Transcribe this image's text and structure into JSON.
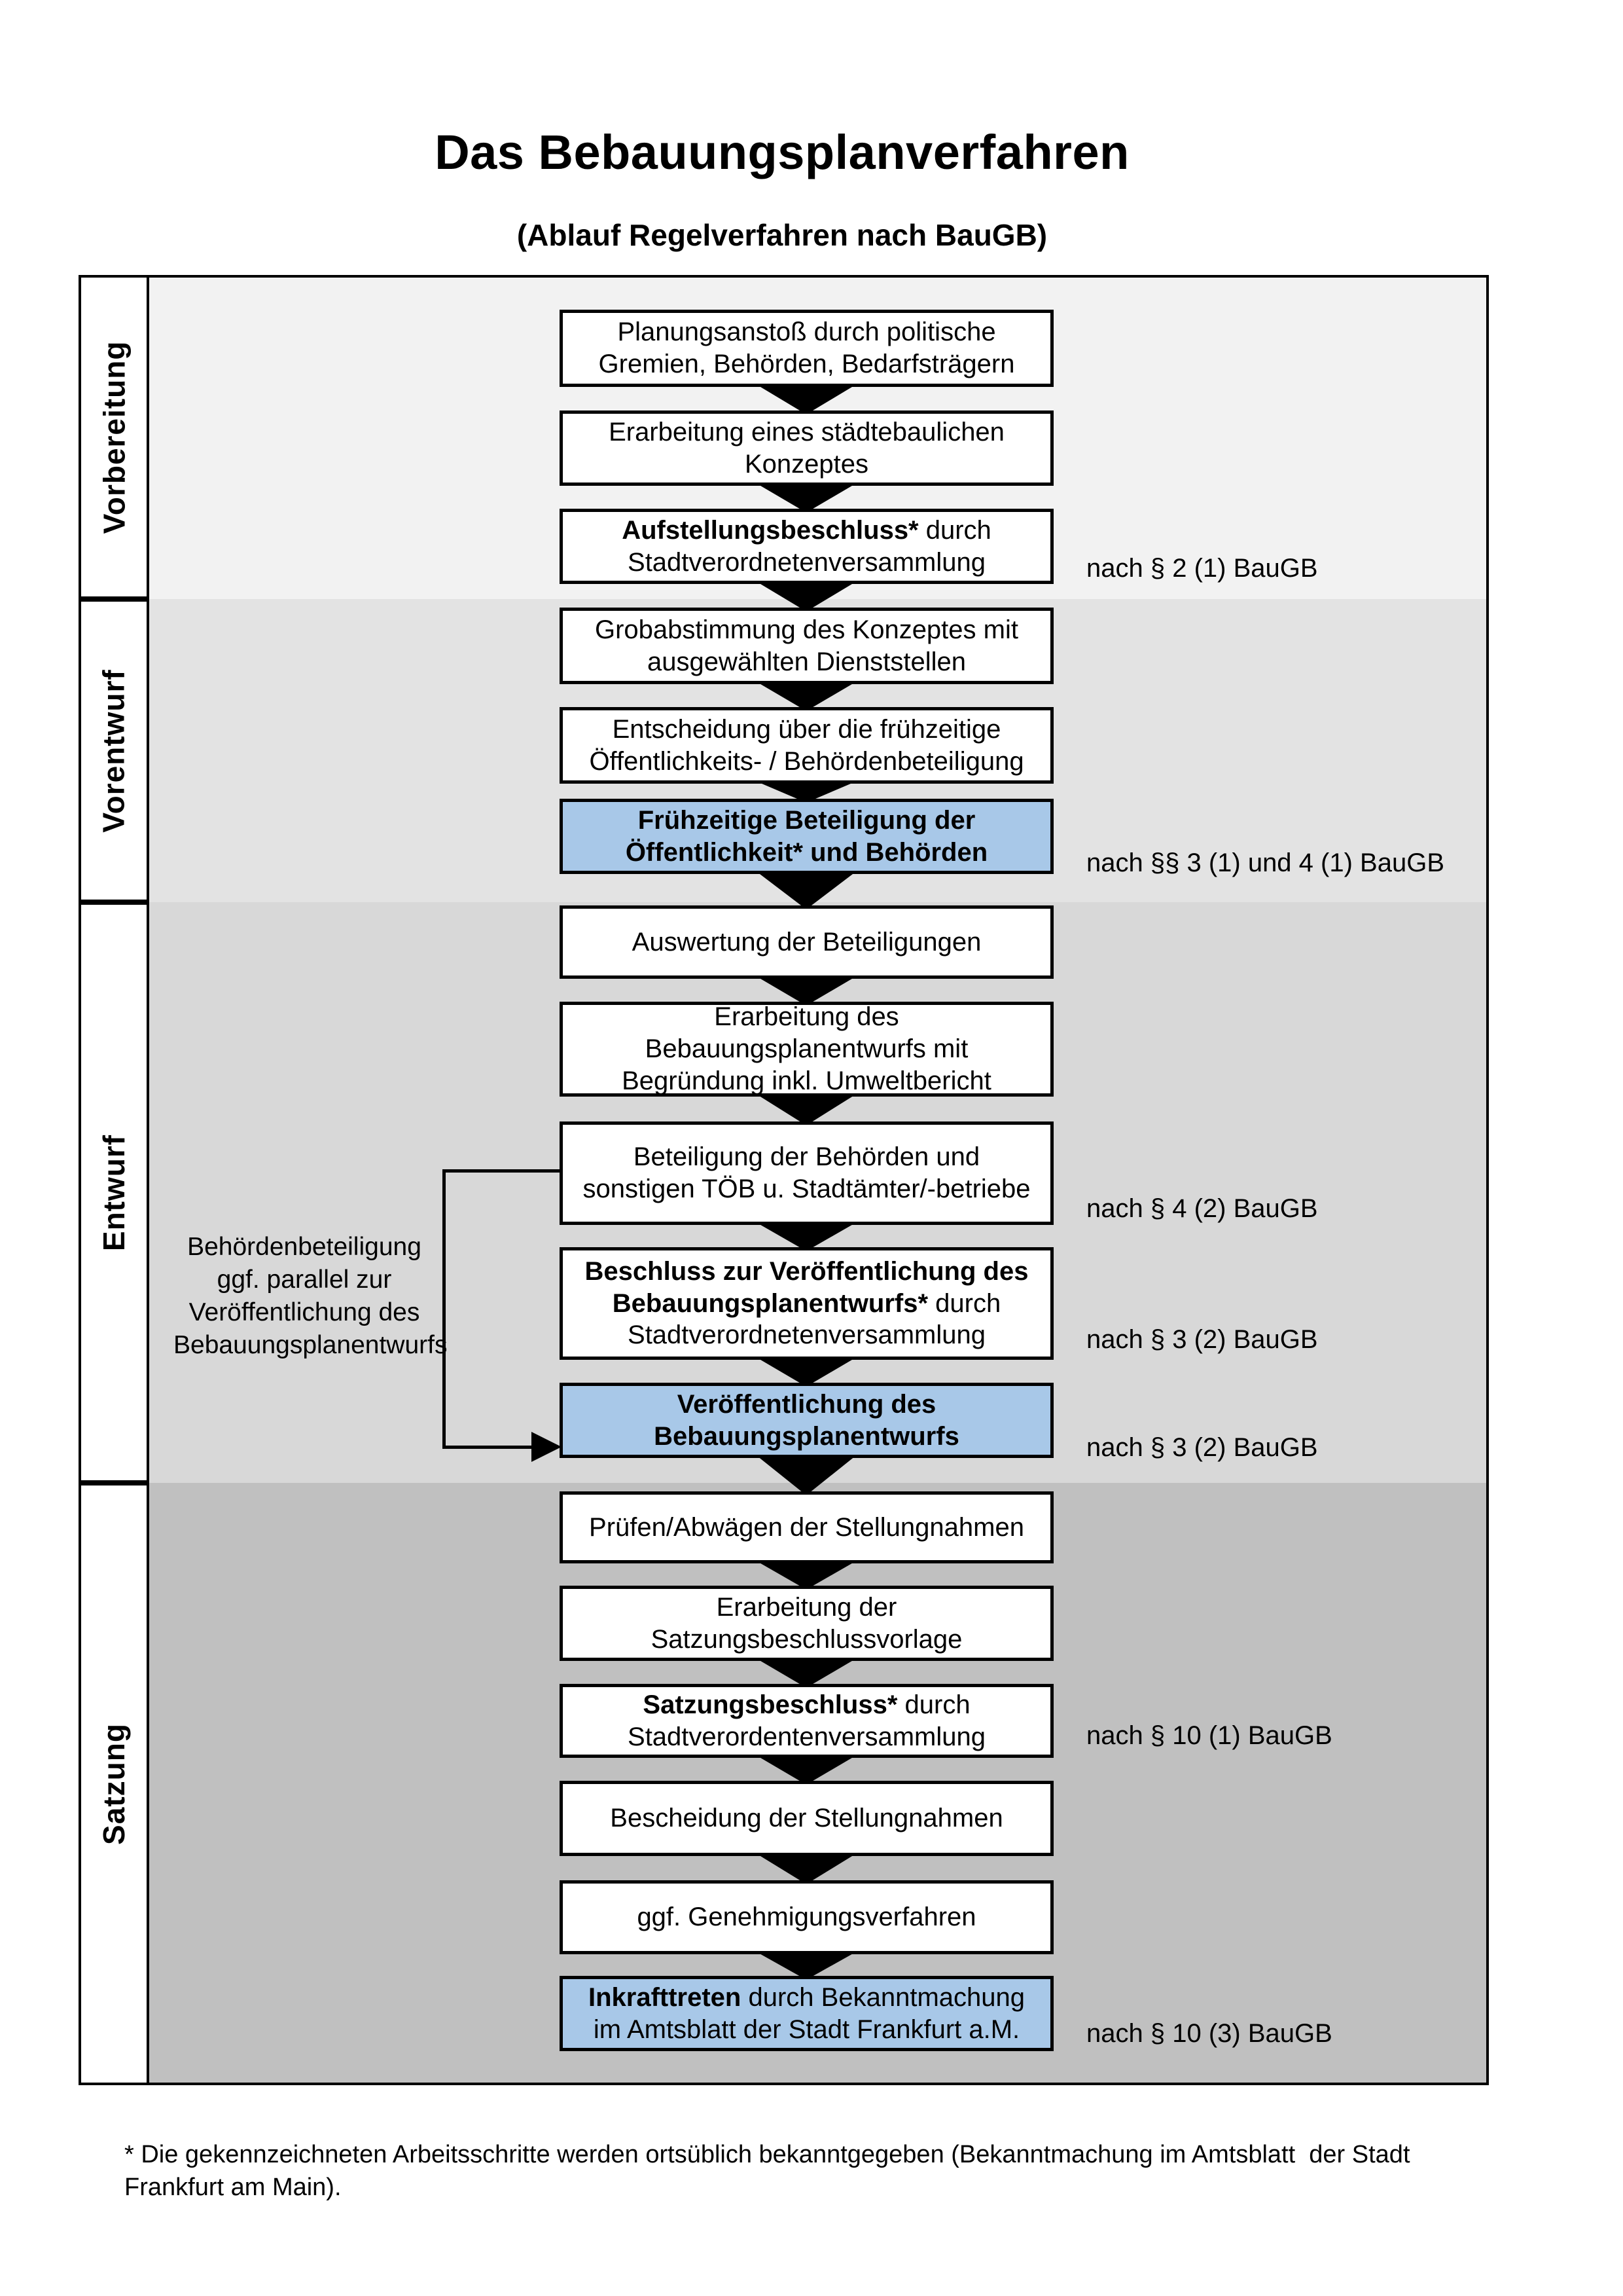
{
  "title": "Das Bebauungsplanverfahren",
  "subtitle": "(Ablauf Regelverfahren nach BauGB)",
  "footnote": "* Die gekennzeichneten Arbeitsschritte werden ortsüblich bekanntgegeben (Bekanntmachung im Amtsblatt  der Stadt\nFrankfurt am Main).",
  "side_note": "Behördenbeteiligung\nggf. parallel zur\nVeröffentlichung des\nBebauungsplanentwurfs",
  "colors": {
    "highlight_box": "#a8c8e8",
    "box_bg": "#ffffff",
    "box_border": "#000000",
    "band_vorbereitung": "#f2f2f2",
    "band_vorentwurf": "#e3e3e3",
    "band_entwurf": "#d8d8d8",
    "band_satzung": "#c0c0c0"
  },
  "phases": [
    {
      "label": "Vorbereitung",
      "boxes": [
        {
          "runs": [
            {
              "t": "Planungsanstoß durch politische"
            },
            {
              "br": true
            },
            {
              "t": "Gremien, Behörden, Bedarfsträgern"
            }
          ]
        },
        {
          "runs": [
            {
              "t": "Erarbeitung eines städtebaulichen"
            },
            {
              "br": true
            },
            {
              "t": "Konzeptes"
            }
          ]
        },
        {
          "runs": [
            {
              "t": "Aufstellungsbeschluss*",
              "b": true
            },
            {
              "t": " durch"
            },
            {
              "br": true
            },
            {
              "t": "Stadtverordnetenversammlung"
            }
          ],
          "law_ref": "nach § 2 (1) BauGB"
        }
      ]
    },
    {
      "label": "Vorentwurf",
      "boxes": [
        {
          "runs": [
            {
              "t": "Grobabstimmung des Konzeptes mit"
            },
            {
              "br": true
            },
            {
              "t": "ausgewählten Dienststellen"
            }
          ]
        },
        {
          "runs": [
            {
              "t": "Entscheidung über die frühzeitige"
            },
            {
              "br": true
            },
            {
              "t": "Öffentlichkeits- / Behördenbeteiligung"
            }
          ]
        },
        {
          "runs": [
            {
              "t": "Frühzeitige Beteiligung der",
              "b": true
            },
            {
              "br": true
            },
            {
              "t": "Öffentlichkeit* und Behörden",
              "b": true
            }
          ],
          "highlight": true,
          "law_ref": "nach §§ 3 (1) und 4 (1) BauGB"
        }
      ]
    },
    {
      "label": "Entwurf",
      "boxes": [
        {
          "runs": [
            {
              "t": "Auswertung der Beteiligungen"
            }
          ]
        },
        {
          "runs": [
            {
              "t": "Erarbeitung des"
            },
            {
              "br": true
            },
            {
              "t": "Bebauungsplanentwurfs mit"
            },
            {
              "br": true
            },
            {
              "t": "Begründung inkl. Umweltbericht"
            }
          ]
        },
        {
          "runs": [
            {
              "t": "Beteiligung der Behörden und"
            },
            {
              "br": true
            },
            {
              "t": "sonstigen TÖB u. Stadtämter/-betriebe"
            }
          ],
          "law_ref": "nach § 4 (2) BauGB"
        },
        {
          "runs": [
            {
              "t": "Beschluss zur Veröffentlichung des",
              "b": true
            },
            {
              "br": true
            },
            {
              "t": "Bebauungsplanentwurfs*",
              "b": true
            },
            {
              "t": " durch"
            },
            {
              "br": true
            },
            {
              "t": "Stadtverordnetenversammlung"
            }
          ],
          "law_ref": "nach § 3 (2) BauGB"
        },
        {
          "runs": [
            {
              "t": "Veröffentlichung des",
              "b": true
            },
            {
              "br": true
            },
            {
              "t": "Bebauungsplanentwurfs",
              "b": true
            }
          ],
          "highlight": true,
          "law_ref": "nach § 3 (2) BauGB"
        }
      ]
    },
    {
      "label": "Satzung",
      "boxes": [
        {
          "runs": [
            {
              "t": "Prüfen/Abwägen der Stellungnahmen"
            }
          ]
        },
        {
          "runs": [
            {
              "t": "Erarbeitung der"
            },
            {
              "br": true
            },
            {
              "t": "Satzungsbeschlussvorlage"
            }
          ]
        },
        {
          "runs": [
            {
              "t": "Satzungsbeschluss*",
              "b": true
            },
            {
              "t": " durch"
            },
            {
              "br": true
            },
            {
              "t": "Stadtverordentenversammlung"
            }
          ],
          "law_ref": "nach § 10 (1) BauGB"
        },
        {
          "runs": [
            {
              "t": "Bescheidung der Stellungnahmen"
            }
          ]
        },
        {
          "runs": [
            {
              "t": "ggf. Genehmigungsverfahren"
            }
          ]
        },
        {
          "runs": [
            {
              "t": "Inkrafttreten",
              "b": true
            },
            {
              "t": " durch Bekanntmachung"
            },
            {
              "br": true
            },
            {
              "t": "im Amtsblatt der Stadt Frankfurt a.M."
            }
          ],
          "highlight": true,
          "law_ref": "nach § 10 (3) BauGB"
        }
      ]
    }
  ]
}
